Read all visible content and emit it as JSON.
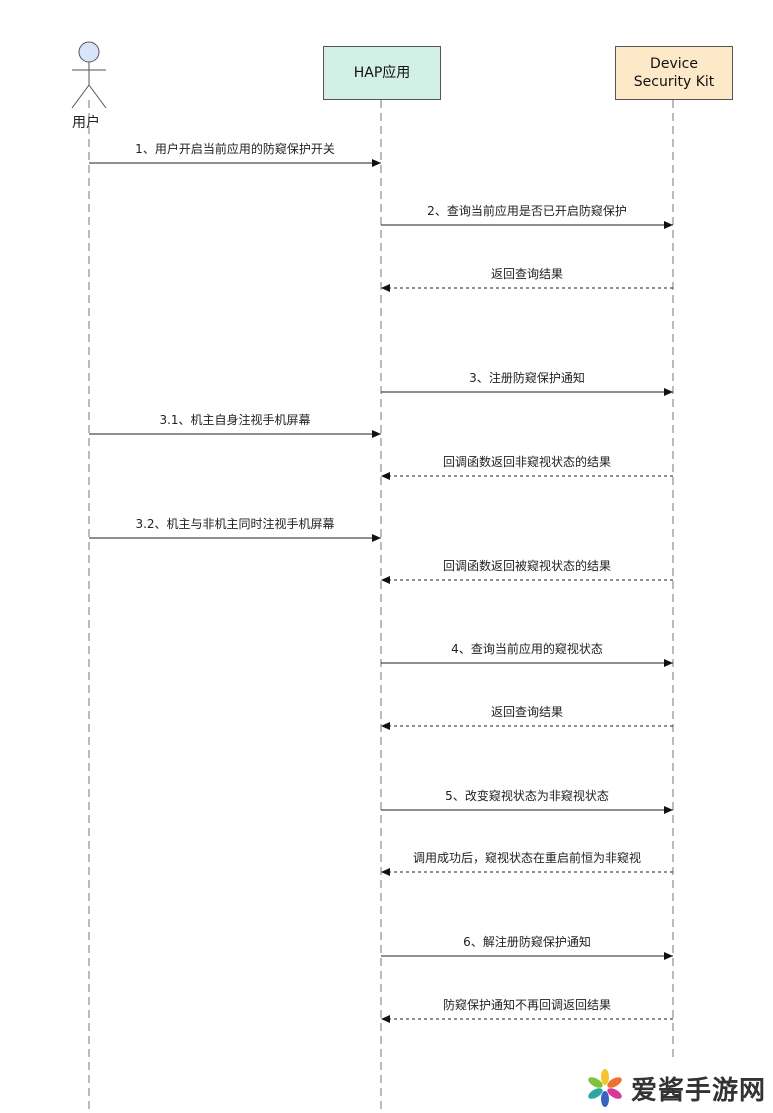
{
  "participants": {
    "user": {
      "label": "用户"
    },
    "hap": {
      "label": "HAP应用",
      "fill": "#d2f0e6"
    },
    "dsk": {
      "label": "Device Security Kit",
      "fill": "#fde8c8"
    }
  },
  "actor_head_fill": "#d8e4f8",
  "messages": [
    {
      "text": "1、用户开启当前应用的防窥保护开关",
      "from": "user",
      "to": "hap",
      "type": "solid"
    },
    {
      "text": "2、查询当前应用是否已开启防窥保护",
      "from": "hap",
      "to": "dsk",
      "type": "solid"
    },
    {
      "text": "返回查询结果",
      "from": "dsk",
      "to": "hap",
      "type": "dashed"
    },
    {
      "text": "3、注册防窥保护通知",
      "from": "hap",
      "to": "dsk",
      "type": "solid"
    },
    {
      "text": "3.1、机主自身注视手机屏幕",
      "from": "user",
      "to": "hap",
      "type": "solid"
    },
    {
      "text": "回调函数返回非窥视状态的结果",
      "from": "dsk",
      "to": "hap",
      "type": "dashed"
    },
    {
      "text": "3.2、机主与非机主同时注视手机屏幕",
      "from": "user",
      "to": "hap",
      "type": "solid"
    },
    {
      "text": "回调函数返回被窥视状态的结果",
      "from": "dsk",
      "to": "hap",
      "type": "dashed"
    },
    {
      "text": "4、查询当前应用的窥视状态",
      "from": "hap",
      "to": "dsk",
      "type": "solid"
    },
    {
      "text": "返回查询结果",
      "from": "dsk",
      "to": "hap",
      "type": "dashed"
    },
    {
      "text": "5、改变窥视状态为非窥视状态",
      "from": "hap",
      "to": "dsk",
      "type": "solid"
    },
    {
      "text": "调用成功后，窥视状态在重启前恒为非窥视",
      "from": "dsk",
      "to": "hap",
      "type": "dashed"
    },
    {
      "text": "6、解注册防窥保护通知",
      "from": "hap",
      "to": "dsk",
      "type": "solid"
    },
    {
      "text": "防窥保护通知不再回调返回结果",
      "from": "dsk",
      "to": "hap",
      "type": "dashed"
    }
  ],
  "watermark": {
    "text": "爱酱手游网"
  }
}
